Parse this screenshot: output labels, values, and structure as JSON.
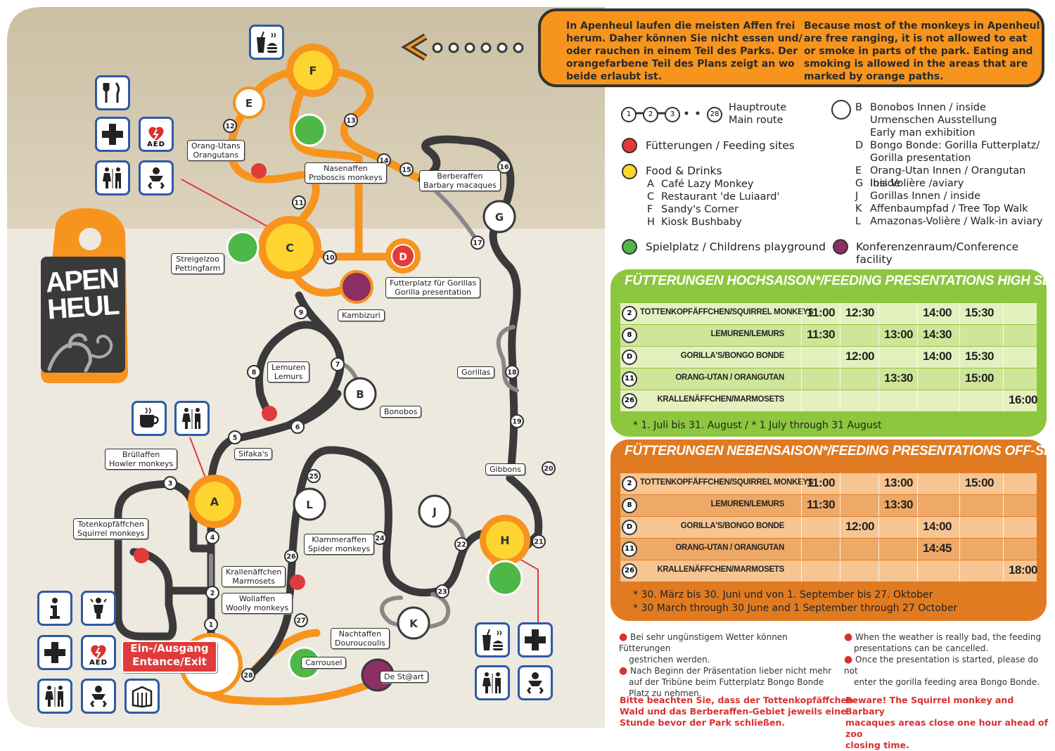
{
  "info": {
    "de_lines": [
      "In Apenheul laufen die meisten Affen frei",
      "herum. Daher können Sie nicht essen und/",
      "oder rauchen in einem Teil des Parks. Der",
      "orangefarbene Teil des Plans zeigt an wo",
      "beide erlaubt ist."
    ],
    "en_lines": [
      "Because most of the monkeys in Apenheul",
      "are free ranging, it is not allowed to eat",
      "or smoke in parts of the park. Eating and",
      "smoking is allowed in the areas that are",
      "marked by orange paths."
    ]
  },
  "logo": {
    "line1": "APEN",
    "line2": "HEUL"
  },
  "legend": {
    "route_start": [
      "1",
      "2",
      "3"
    ],
    "route_end": "28",
    "route_de": "Hauptroute",
    "route_en": "Main route",
    "feeding": "Fütterungen / Feeding sites",
    "food": "Food & Drinks",
    "food_items": [
      {
        "key": "A",
        "name": "Café Lazy Monkey"
      },
      {
        "key": "C",
        "name": "Restaurant 'de Luiaard'"
      },
      {
        "key": "F",
        "name": "Sandy's Corner"
      },
      {
        "key": "H",
        "name": "Kiosk Bushbaby"
      }
    ],
    "playground": "Spielplatz / Childrens playground",
    "conference": "Konferenzenraum/Conference facility",
    "white_items": [
      {
        "key": "B",
        "lines": [
          "Bonobos Innen / inside",
          "Urmenschen Ausstellung",
          "Early man exhibition"
        ]
      },
      {
        "key": "D",
        "lines": [
          "Bongo Bonde: Gorilla Futterplatz/",
          "Gorilla presentation"
        ]
      },
      {
        "key": "E",
        "lines": [
          "Orang-Utan Innen / Orangutan inside"
        ]
      },
      {
        "key": "G",
        "lines": [
          "Ibis Volière /aviary"
        ]
      },
      {
        "key": "J",
        "lines": [
          "Gorillas Innen / inside"
        ]
      },
      {
        "key": "K",
        "lines": [
          "Affenbaumpfad / Tree Top Walk"
        ]
      },
      {
        "key": "L",
        "lines": [
          "Amazonas-Volière / Walk-in aviary"
        ]
      }
    ]
  },
  "high_season": {
    "title": "FÜTTERUNGEN HOCHSAISON*/FEEDING PRESENTATIONS HIGH SEASON*",
    "rows": [
      {
        "num": "2",
        "name": "TOTTENKOPFÄFFCHEN/SQUIRREL MONKEYS",
        "times": [
          "11:00",
          "12:30",
          "",
          "14:00",
          "15:30",
          ""
        ]
      },
      {
        "num": "8",
        "name": "LEMUREN/LEMURS",
        "times": [
          "11:30",
          "",
          "13:00",
          "14:30",
          "",
          ""
        ]
      },
      {
        "num": "D",
        "name": "GORILLA'S/BONGO BONDE",
        "times": [
          "",
          "12:00",
          "",
          "14:00",
          "15:30",
          ""
        ]
      },
      {
        "num": "11",
        "name": "ORANG-UTAN / ORANGUTAN",
        "times": [
          "",
          "",
          "13:30",
          "",
          "15:00",
          ""
        ]
      },
      {
        "num": "26",
        "name": "KRALLENÄFFCHEN/MARMOSETS",
        "times": [
          "",
          "",
          "",
          "",
          "",
          "16:00"
        ]
      }
    ],
    "footnote": "* 1. Juli bis 31. August / * 1 July through 31 August"
  },
  "off_season": {
    "title": "FÜTTERUNGEN NEBENSAISON*/FEEDING PRESENTATIONS OFF-SEASON*",
    "rows": [
      {
        "num": "2",
        "name": "TOTTENKOPFÄFFCHEN/SQUIRREL MONKEYS",
        "times": [
          "11:00",
          "",
          "13:00",
          "",
          "15:00",
          ""
        ]
      },
      {
        "num": "8",
        "name": "LEMUREN/LEMURS",
        "times": [
          "11:30",
          "",
          "13:30",
          "",
          "",
          ""
        ]
      },
      {
        "num": "D",
        "name": "GORILLA'S/BONGO BONDE",
        "times": [
          "",
          "12:00",
          "",
          "14:00",
          "",
          ""
        ]
      },
      {
        "num": "11",
        "name": "ORANG-UTAN / ORANGUTAN",
        "times": [
          "",
          "",
          "",
          "14:45",
          "",
          ""
        ]
      },
      {
        "num": "26",
        "name": "KRALLENÄFFCHEN/MARMOSETS",
        "times": [
          "",
          "",
          "",
          "",
          "",
          "18:00"
        ]
      }
    ],
    "footnote1": "* 30. März bis 30. Juni und von 1. September bis 27. Oktober",
    "footnote2": "* 30 March through 30 June and 1 September through 27 October"
  },
  "notes": {
    "de1": [
      "Bei sehr ungünstigem Wetter können Fütterungen",
      "gestrichen werden."
    ],
    "de2": [
      "Nach Beginn der Präsentation lieber nicht mehr",
      "auf der Tribüne beim Futterplatz Bongo Bonde",
      "Platz zu nehmen."
    ],
    "en1": [
      "When the weather is really bad, the feeding",
      "presentations can be cancelled."
    ],
    "en2": [
      "Once the presentation is started, please do not",
      "enter the gorilla feeding area Bongo Bonde."
    ],
    "warn_de": [
      "Bitte beachten Sie, dass der Tottenkopfäffchen-",
      "Wald und das Berberaffen-Gebiet jeweils eine",
      "Stunde bevor der Park schließen."
    ],
    "warn_en": [
      "Beware! The Squirrel monkey and Barbary",
      "macaques areas close one hour ahead of zoo",
      "closing time."
    ]
  },
  "map": {
    "entrance": [
      "Ein-/Ausgang",
      "Entance/Exit"
    ],
    "aed": "AED",
    "labels": [
      {
        "id": "orangutans",
        "lines": [
          "Orang-Utans",
          "Orangutans"
        ]
      },
      {
        "id": "nasenaffen",
        "lines": [
          "Nasenaffen",
          "Proboscis monkeys"
        ]
      },
      {
        "id": "berberaffen",
        "lines": [
          "Berberaffen",
          "Barbary macaques"
        ]
      },
      {
        "id": "streigelzoo",
        "lines": [
          "Streigelzoo",
          "Pettingfarm"
        ]
      },
      {
        "id": "futterplatz",
        "lines": [
          "Futterplatz für Gorillas",
          "Gorilla presentation"
        ]
      },
      {
        "id": "kambizuri",
        "lines": [
          "Kambizuri"
        ]
      },
      {
        "id": "lemuren",
        "lines": [
          "Lemuren",
          "Lemurs"
        ]
      },
      {
        "id": "bonobos",
        "lines": [
          "Bonobos"
        ]
      },
      {
        "id": "gorillas",
        "lines": [
          "Gorillas"
        ]
      },
      {
        "id": "sifakas",
        "lines": [
          "Sifaka's"
        ]
      },
      {
        "id": "brullaffen",
        "lines": [
          "Brüllaffen",
          "Howler monkeys"
        ]
      },
      {
        "id": "totenkopf",
        "lines": [
          "Totenkopfäffchen",
          "Squirrel monkeys"
        ]
      },
      {
        "id": "gibbons",
        "lines": [
          "Gibbons"
        ]
      },
      {
        "id": "klammeraffen",
        "lines": [
          "Klammeraffen",
          "Spider monkeys"
        ]
      },
      {
        "id": "krallen",
        "lines": [
          "Krallenäffchen",
          "Marmosets"
        ]
      },
      {
        "id": "wollaffen",
        "lines": [
          "Wollaffen",
          "Woolly monkeys"
        ]
      },
      {
        "id": "nachtaffen",
        "lines": [
          "Nachtaffen",
          "Douroucoulis"
        ]
      },
      {
        "id": "carrousel",
        "lines": [
          "Carrousel"
        ]
      },
      {
        "id": "destart",
        "lines": [
          "De St@art"
        ]
      }
    ]
  }
}
